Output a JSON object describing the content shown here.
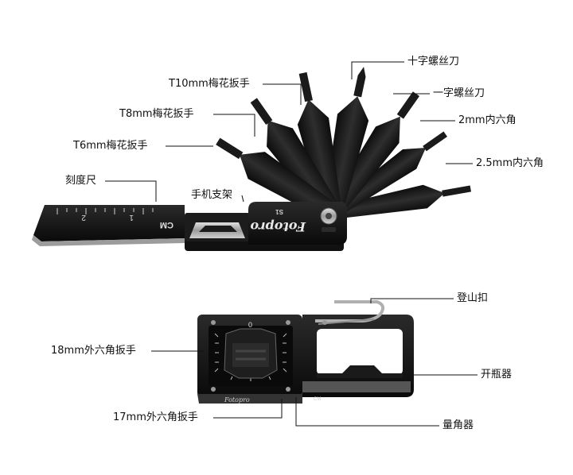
{
  "labels": {
    "t10": "T10mm梅花扳手",
    "t8": "T8mm梅花扳手",
    "t6": "T6mm梅花扳手",
    "ruler": "刻度尺",
    "phone_stand": "手机支架",
    "phillips": "十字螺丝刀",
    "flat": "一字螺丝刀",
    "hex2": "2mm内六角",
    "hex25": "2.5mm内六角",
    "carabiner": "登山扣",
    "hex18": "18mm外六角扳手",
    "bottle_opener": "开瓶器",
    "hex17": "17mm外六角扳手",
    "protractor": "量角器"
  },
  "tool_markings": {
    "brand": "Fotopro",
    "model": "S1",
    "ruler_unit": "CM",
    "ruler_ticks": [
      "1",
      "2"
    ],
    "dial_zero": "0",
    "bottom_unit": "CM"
  },
  "colors": {
    "background": "#ffffff",
    "tool_body": "#1a1a1a",
    "tool_dark": "#0d0d0d",
    "tool_highlight": "#3a3a3a",
    "metal": "#b8b8b8",
    "leader_line": "#111111"
  }
}
